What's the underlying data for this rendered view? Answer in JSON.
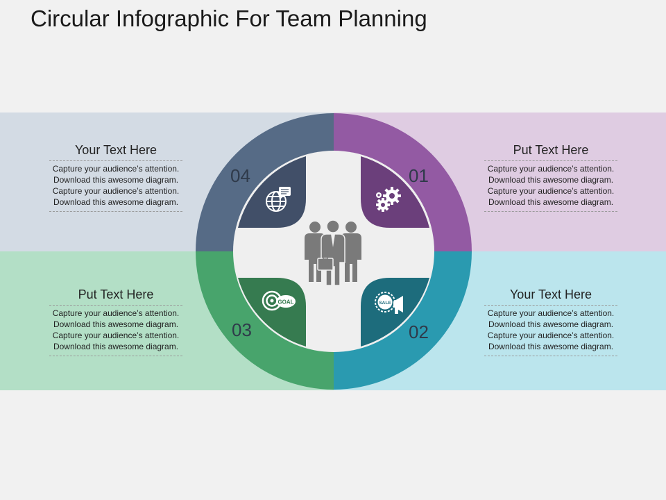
{
  "title": "Circular Infographic For Team Planning",
  "segments": [
    {
      "number": "01",
      "heading": "Put Text Here",
      "lines": [
        "Capture  your audience’s attention.",
        "Download  this awesome diagram.",
        "Capture  your audience’s attention.",
        "Download  this awesome diagram."
      ],
      "icon": "gears-icon",
      "outer_color": "#935aa3",
      "inner_color": "#6b3f7b",
      "band_color": "#dfcce2"
    },
    {
      "number": "02",
      "heading": "Your Text Here",
      "lines": [
        "Capture  your audience’s attention.",
        "Download  this awesome diagram.",
        "Capture  your audience’s attention.",
        "Download  this awesome diagram."
      ],
      "icon": "sale-megaphone-icon",
      "outer_color": "#2a9ab0",
      "inner_color": "#1d6c7c",
      "band_color": "#bbe5ed"
    },
    {
      "number": "03",
      "heading": "Put Text Here",
      "lines": [
        "Capture  your audience’s attention.",
        "Download  this awesome diagram.",
        "Capture  your audience’s attention.",
        "Download  this awesome diagram."
      ],
      "icon": "goal-target-icon",
      "outer_color": "#48a46c",
      "inner_color": "#367b50",
      "band_color": "#b3dfc6"
    },
    {
      "number": "04",
      "heading": "Your Text Here",
      "lines": [
        "Capture  your audience’s attention.",
        "Download  this awesome diagram.",
        "Capture  your audience’s attention.",
        "Download  this awesome diagram."
      ],
      "icon": "globe-chat-icon",
      "outer_color": "#566b86",
      "inner_color": "#414f68",
      "band_color": "#d3dbe4"
    }
  ],
  "center_icon": "team-people-icon",
  "colors": {
    "background": "#f1f1f1",
    "center_fill": "#efefef",
    "people": "#7a7a7a"
  }
}
